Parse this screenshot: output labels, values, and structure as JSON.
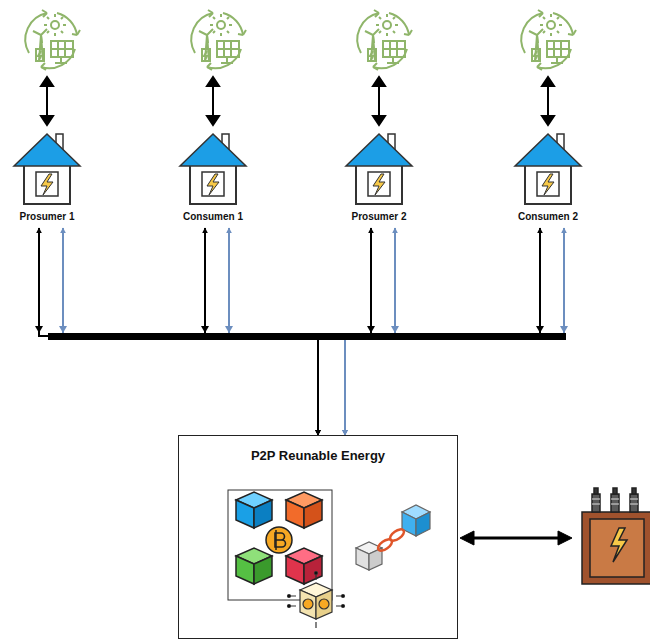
{
  "diagram": {
    "nodes": [
      {
        "text": [
          "Prosumer 1"
        ]
      },
      {
        "text": [
          "Consumen 1"
        ]
      },
      {
        "text": [
          "Prosumer 2"
        ]
      },
      {
        "text": [
          "Consumen 2"
        ]
      },
      {
        "text": [
          "P2P Reunable Energy"
        ]
      }
    ],
    "edges": [
      {
        "from": 0,
        "to": 4,
        "arrow": "both"
      },
      {
        "from": 0,
        "to": 4,
        "arrow": "both"
      },
      {
        "from": 1,
        "to": 4,
        "arrow": "both"
      },
      {
        "from": 1,
        "to": 4,
        "arrow": "both"
      },
      {
        "from": 2,
        "to": 4,
        "arrow": "both"
      },
      {
        "from": 2,
        "to": 4,
        "arrow": "both"
      },
      {
        "from": 3,
        "to": 4,
        "arrow": "both"
      },
      {
        "from": 3,
        "to": 4,
        "arrow": "both"
      }
    ]
  }
}
